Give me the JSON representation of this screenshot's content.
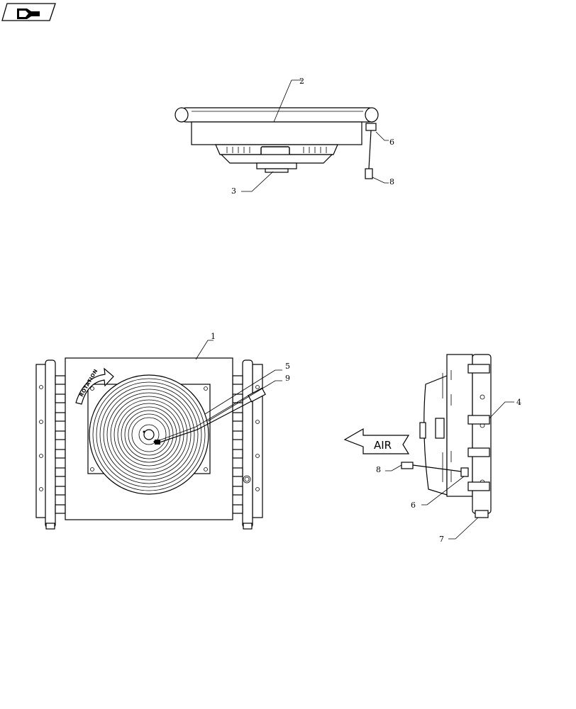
{
  "nav": {
    "icon": "back-navigation-icon"
  },
  "top_view": {
    "callouts": {
      "c2": "2",
      "c3": "3",
      "c6": "6",
      "c8": "8"
    }
  },
  "front_view": {
    "callouts": {
      "c1": "1",
      "c5": "5",
      "c9": "9"
    },
    "rotation_label": "ROTATION"
  },
  "side_view": {
    "callouts": {
      "c4": "4",
      "c6": "6",
      "c7": "7",
      "c8": "8"
    },
    "air_label": "AIR"
  }
}
